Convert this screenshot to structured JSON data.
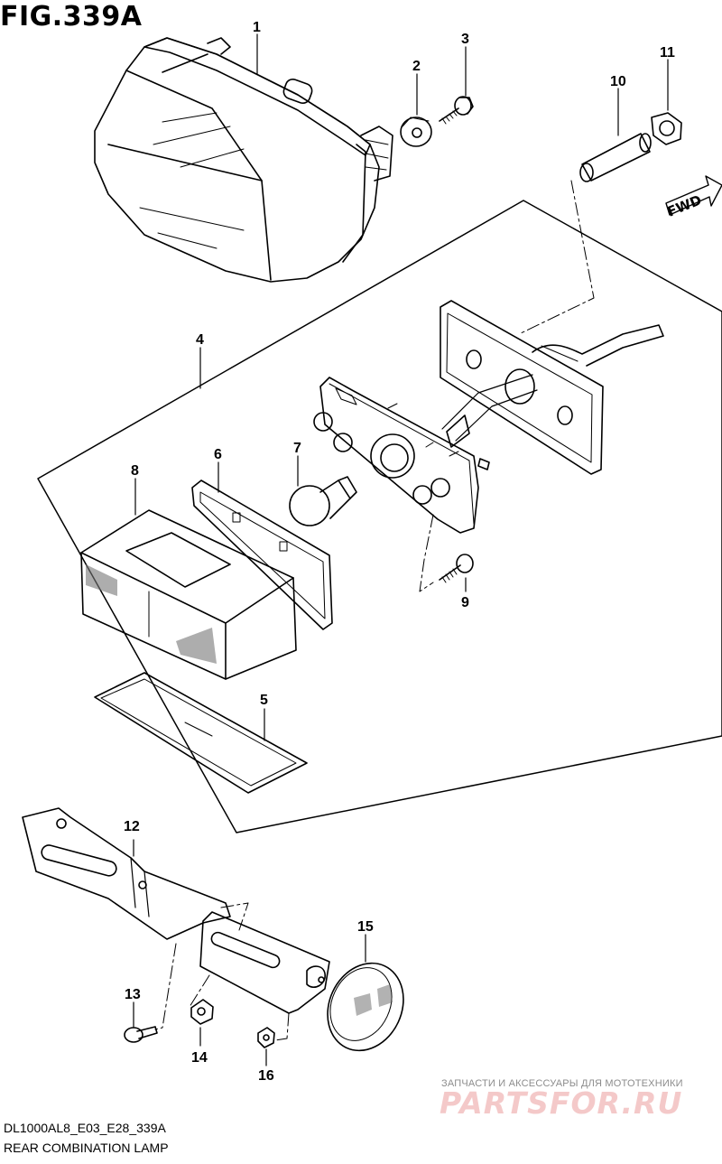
{
  "figure": {
    "title": "FIG.339A",
    "code": "DL1000AL8_E03_E28_339A",
    "caption": "REAR COMBINATION LAMP"
  },
  "direction_tag": "FWD",
  "callouts": [
    "1",
    "2",
    "3",
    "4",
    "5",
    "6",
    "7",
    "8",
    "9",
    "10",
    "11",
    "12",
    "13",
    "14",
    "15",
    "16"
  ],
  "watermark": {
    "tagline": "ЗАПЧАСТИ И АКСЕССУАРЫ ДЛЯ МОТОТЕХНИКИ",
    "brand": "PARTSFOR.RU"
  },
  "colors": {
    "line": "#000000",
    "watermark_brand": "#f4c9c9",
    "watermark_tagline": "#8c8c8c"
  }
}
